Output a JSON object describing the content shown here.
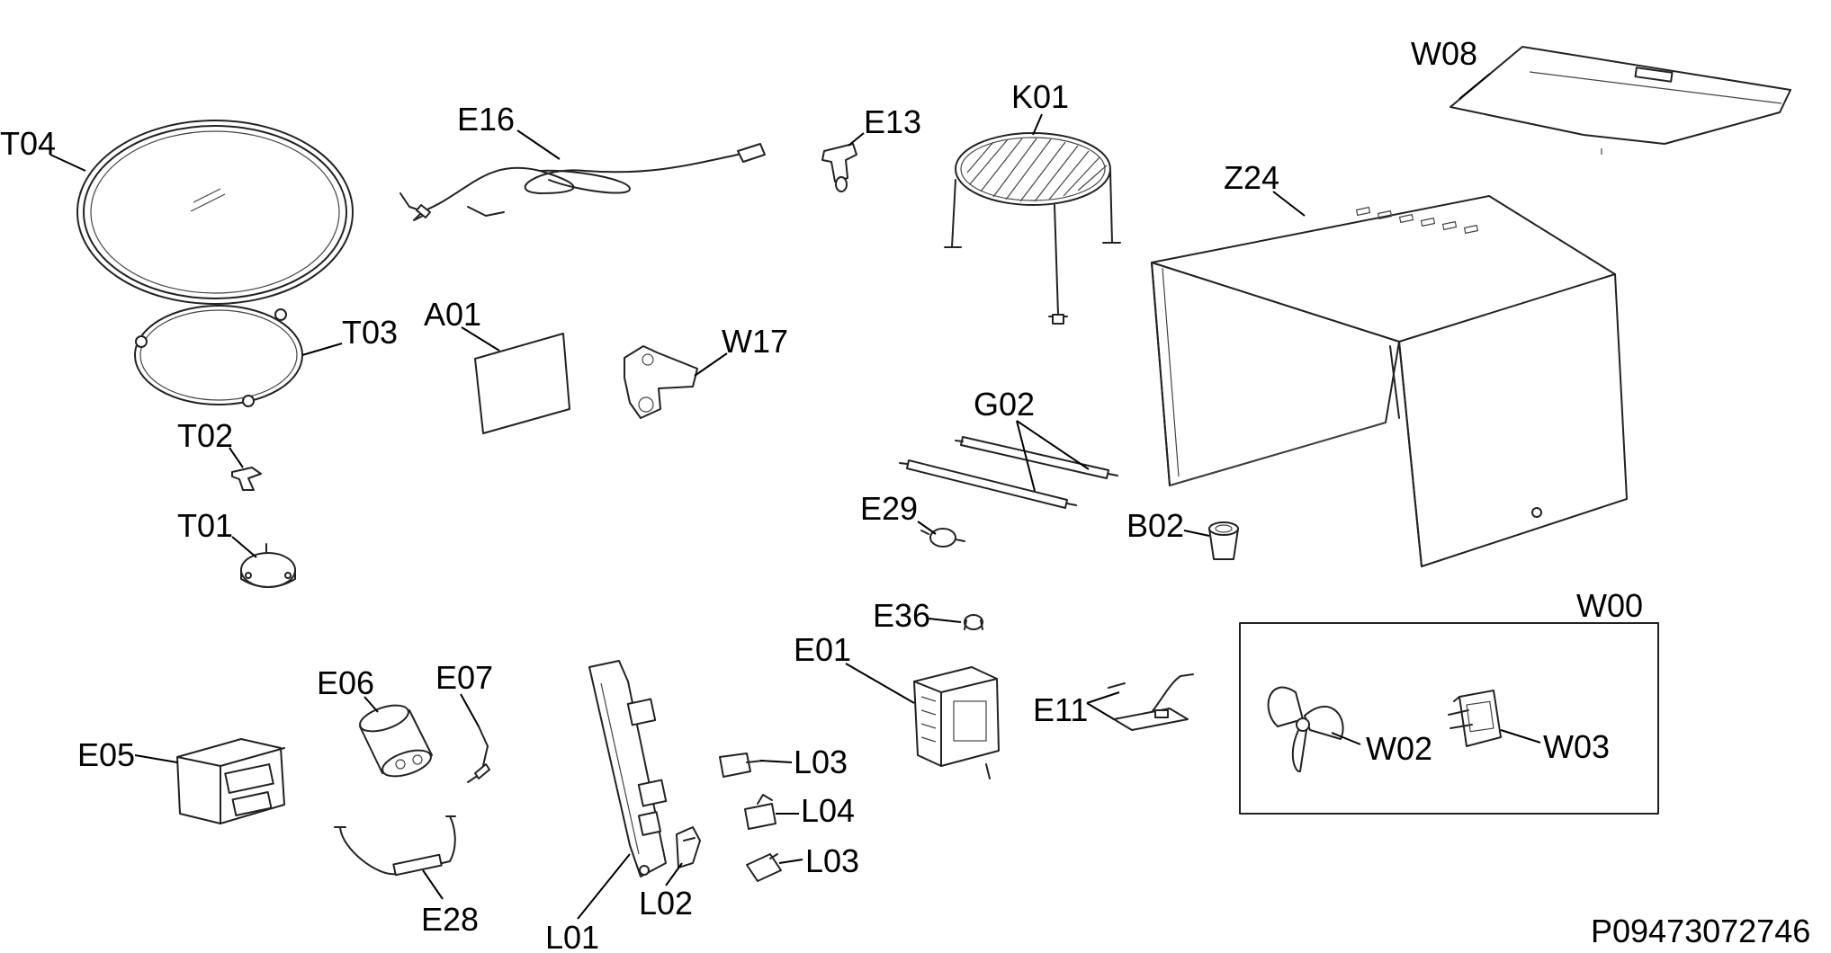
{
  "document_code": "P09473072746",
  "labels": {
    "T04": "T04",
    "E16": "E16",
    "E13": "E13",
    "K01": "K01",
    "W08": "W08",
    "Z24": "Z24",
    "T03": "T03",
    "A01": "A01",
    "W17": "W17",
    "T02": "T02",
    "T01": "T01",
    "G02": "G02",
    "E29": "E29",
    "B02": "B02",
    "W00": "W00",
    "E36": "E36",
    "E01": "E01",
    "E06": "E06",
    "E07": "E07",
    "E05": "E05",
    "E11": "E11",
    "W02": "W02",
    "W03": "W03",
    "L03a": "L03",
    "L04": "L04",
    "L03b": "L03",
    "L02": "L02",
    "E28": "E28",
    "L01": "L01"
  }
}
